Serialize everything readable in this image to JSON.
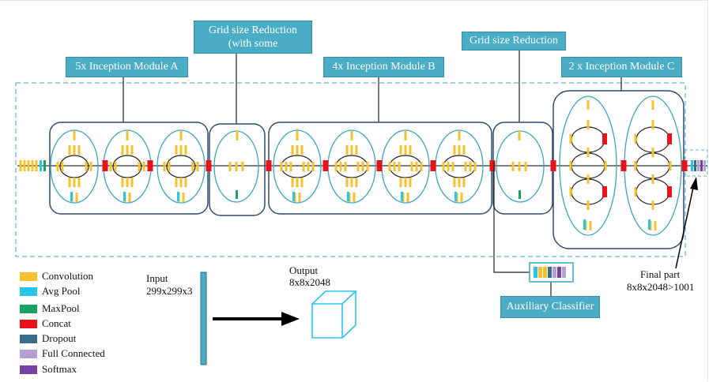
{
  "colors": {
    "convolution": "#f6c12a",
    "avg_pool": "#26c6e8",
    "max_pool": "#1aa360",
    "concat": "#e8131a",
    "dropout": "#3a6d8c",
    "full_connected": "#b39fd3",
    "softmax": "#7a3fa6",
    "module_border": "#2f4c6e",
    "ellipse": "#3aa6c0",
    "label_bg": "#4aacc5"
  },
  "labels": {
    "module_a": "5x Inception Module A",
    "reduction1_line1": "Grid size Reduction",
    "reduction1_line2": "(with some",
    "module_b": "4x Inception Module B",
    "reduction2": "Grid size Reduction",
    "module_c": "2 x Inception Module C",
    "auxiliary": "Auxiliary Classifier"
  },
  "legend": [
    {
      "label": "Convolution",
      "color_key": "convolution"
    },
    {
      "label": "Avg Pool",
      "color_key": "avg_pool"
    },
    {
      "label": "MaxPool",
      "color_key": "max_pool"
    },
    {
      "label": "Concat",
      "color_key": "concat"
    },
    {
      "label": "Dropout",
      "color_key": "dropout"
    },
    {
      "label": "Full Connected",
      "color_key": "full_connected"
    },
    {
      "label": "Softmax",
      "color_key": "softmax"
    }
  ],
  "input": {
    "title": "Input",
    "size": "299x299x3"
  },
  "output": {
    "title": "Output",
    "size": "8x8x2048"
  },
  "final": {
    "title": "Final part",
    "size": "8x8x2048>1001"
  }
}
